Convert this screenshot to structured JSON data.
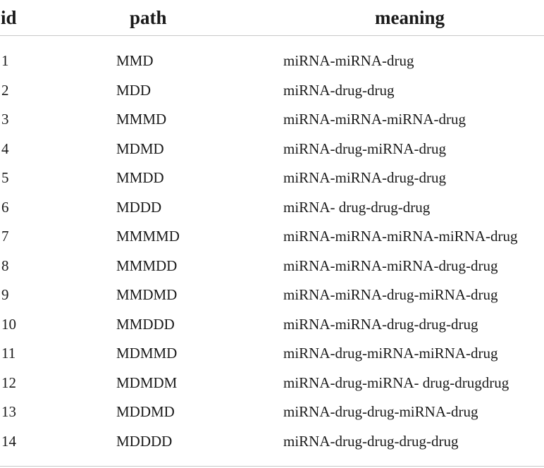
{
  "table": {
    "headers": {
      "id": "id",
      "path": "path",
      "meaning": "meaning"
    },
    "rows": [
      {
        "id": "1",
        "path": "MMD",
        "meaning": "miRNA-miRNA-drug"
      },
      {
        "id": "2",
        "path": "MDD",
        "meaning": "miRNA-drug-drug"
      },
      {
        "id": "3",
        "path": "MMMD",
        "meaning": "miRNA-miRNA-miRNA-drug"
      },
      {
        "id": "4",
        "path": "MDMD",
        "meaning": "miRNA-drug-miRNA-drug"
      },
      {
        "id": "5",
        "path": "MMDD",
        "meaning": "miRNA-miRNA-drug-drug"
      },
      {
        "id": "6",
        "path": "MDDD",
        "meaning": "miRNA- drug-drug-drug"
      },
      {
        "id": "7",
        "path": "MMMMD",
        "meaning": "miRNA-miRNA-miRNA-miRNA-drug"
      },
      {
        "id": "8",
        "path": "MMMDD",
        "meaning": "miRNA-miRNA-miRNA-drug-drug"
      },
      {
        "id": "9",
        "path": "MMDMD",
        "meaning": "miRNA-miRNA-drug-miRNA-drug"
      },
      {
        "id": "10",
        "path": "MMDDD",
        "meaning": "miRNA-miRNA-drug-drug-drug"
      },
      {
        "id": "11",
        "path": "MDMMD",
        "meaning": "miRNA-drug-miRNA-miRNA-drug"
      },
      {
        "id": "12",
        "path": "MDMDM",
        "meaning": "miRNA-drug-miRNA- drug-drugdrug"
      },
      {
        "id": "13",
        "path": "MDDMD",
        "meaning": "miRNA-drug-drug-miRNA-drug"
      },
      {
        "id": "14",
        "path": "MDDDD",
        "meaning": "miRNA-drug-drug-drug-drug"
      }
    ]
  }
}
